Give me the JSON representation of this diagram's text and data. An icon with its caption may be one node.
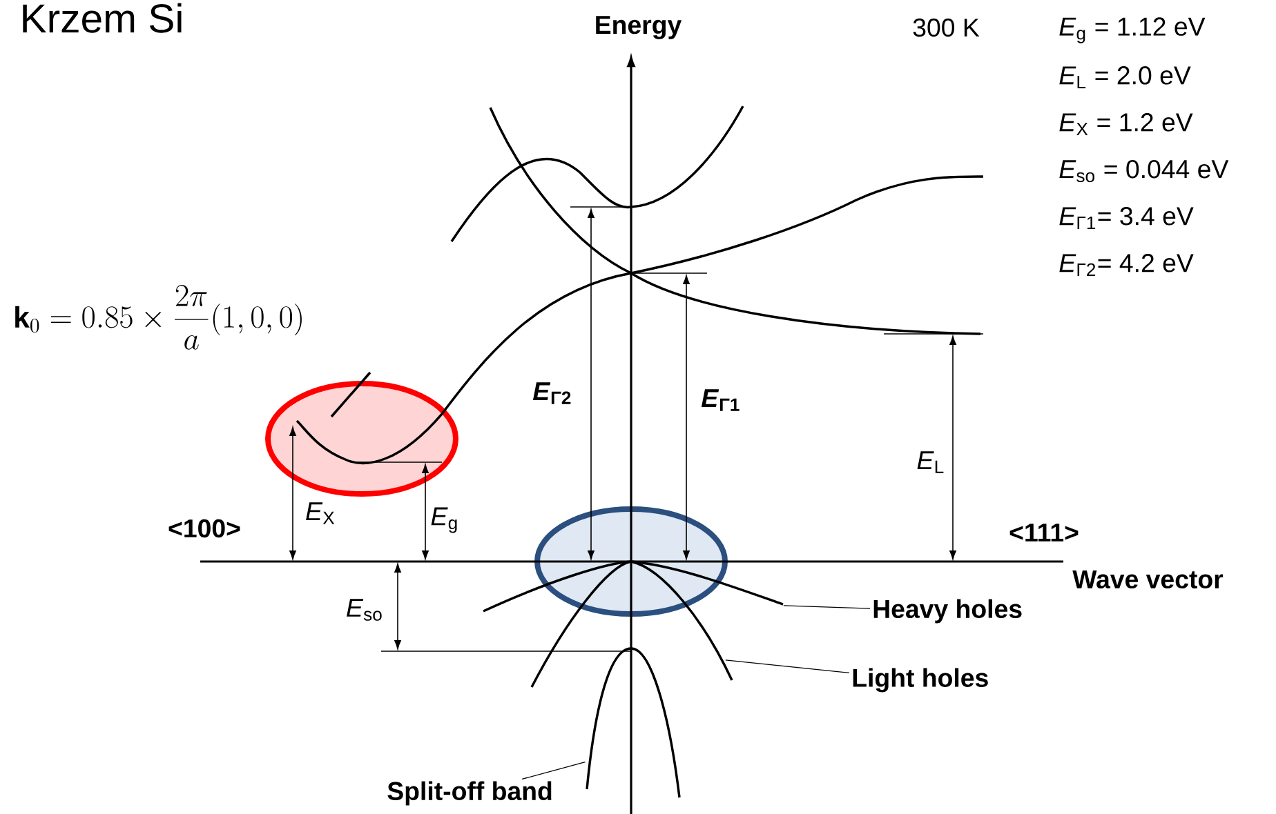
{
  "diagram": {
    "title": "Krzem Si",
    "nodes": [
      {
        "text": [
          "Heavy holes"
        ]
      },
      {
        "text": [
          "Light holes"
        ]
      },
      {
        "text": [
          "Split-off band"
        ]
      },
      {
        "text": [],
        "shape": "curve"
      },
      {
        "text": [],
        "shape": "curve"
      },
      {
        "text": [],
        "shape": "curve"
      }
    ],
    "edges": [
      {
        "from": 0,
        "to": 3,
        "arrow": "none"
      },
      {
        "from": 1,
        "to": 4,
        "arrow": "none"
      },
      {
        "from": 2,
        "to": 5,
        "arrow": "none"
      }
    ],
    "labels": [
      "Energy",
      "300 K",
      "*E*$_{g}$ = 1.12 eV",
      "*E*$_{L}$ = 2.0 eV",
      "*E*$_{X}$ = 1.2 eV",
      "*E*$_{so}$ = 0.044 eV",
      "*E*$_{Γ1}$= 3.4 eV",
      "*E*$_{Γ2}$= 4.2 eV",
      "\\mathbf{k}_0 = 0.85 \\times \\frac{2\\pi}{a}(1,0,0)",
      "*E*$_{Γ2}$",
      "*E*$_{Γ1}$",
      "*E*$_{L}$",
      "<100>",
      "*E*$_{X}$",
      "*E*$_{g}$",
      "<111>",
      "Wave vector",
      "*E*$_{so}$"
    ]
  }
}
